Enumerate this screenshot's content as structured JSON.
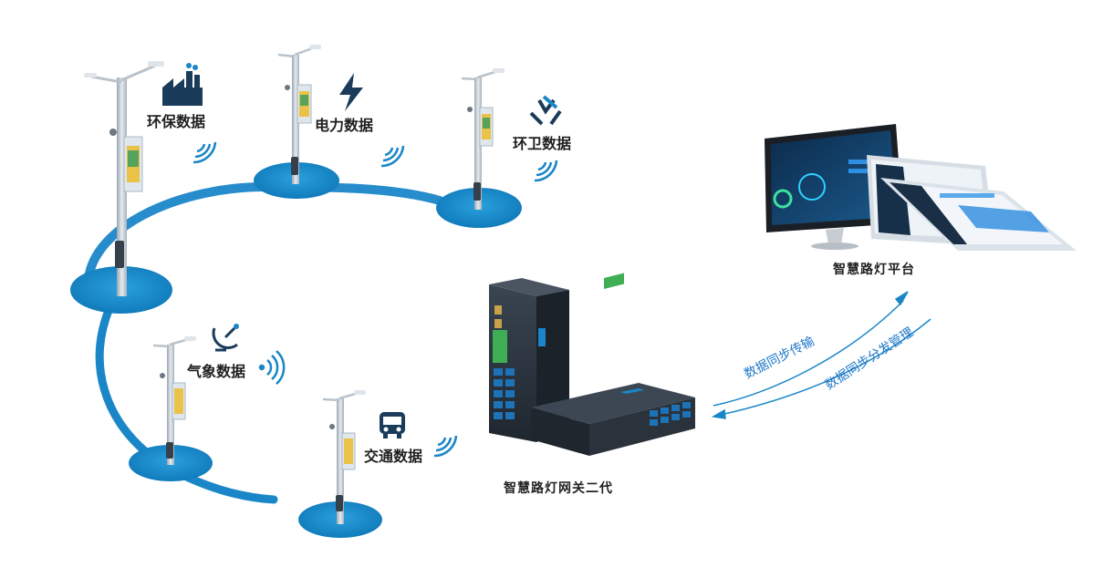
{
  "nodes": [
    {
      "id": "env",
      "label": "环保数据",
      "icon": "factory-icon"
    },
    {
      "id": "power",
      "label": "电力数据",
      "icon": "lightning-icon"
    },
    {
      "id": "sanitation",
      "label": "环卫数据",
      "icon": "recycle-icon"
    },
    {
      "id": "weather",
      "label": "气象数据",
      "icon": "satellite-dish-icon"
    },
    {
      "id": "traffic",
      "label": "交通数据",
      "icon": "bus-icon"
    }
  ],
  "gateway": {
    "label": "智慧路灯网关二代"
  },
  "platform": {
    "label": "智慧路灯平台"
  },
  "links": {
    "upload": "数据同步传输",
    "download": "数据同步分发管理"
  },
  "colors": {
    "accent": "#1a86c8",
    "pole": "#c9d2da",
    "device": "#2a3440"
  }
}
